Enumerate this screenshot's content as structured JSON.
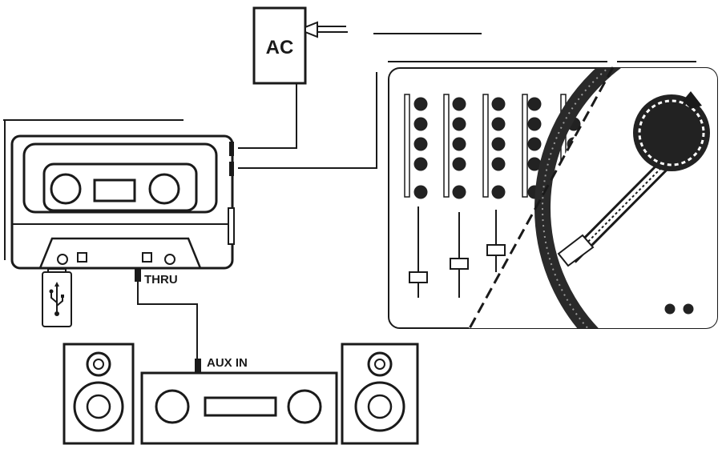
{
  "labels": {
    "ac": "AC",
    "thru": "THRU",
    "aux_in": "AUX IN"
  },
  "icons": {
    "usb": "usb-icon",
    "power_adapter": "power-adapter-icon",
    "cassette_device": "cassette-recorder-icon",
    "mixer": "dj-mixer-icon",
    "turntable": "turntable-icon",
    "speaker": "speaker-icon",
    "amplifier": "stereo-amplifier-icon"
  },
  "colors": {
    "ink": "#1a1a1a",
    "knob": "#222222",
    "background": "#ffffff"
  }
}
